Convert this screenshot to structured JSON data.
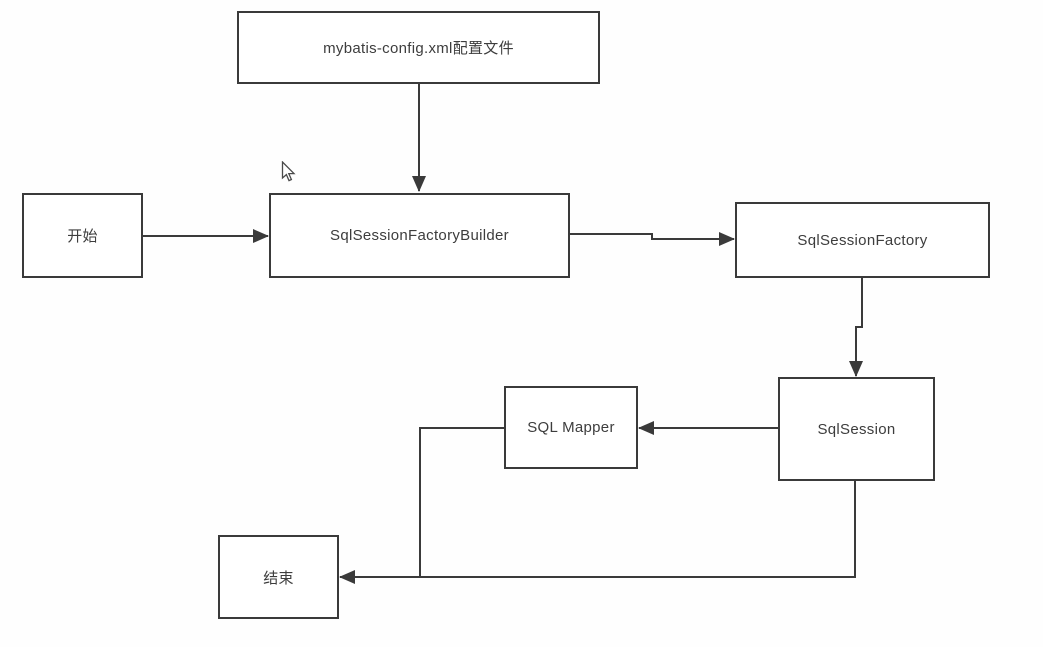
{
  "diagram": {
    "nodes": {
      "config": {
        "label": "mybatis-config.xml配置文件"
      },
      "start": {
        "label": "开始"
      },
      "builder": {
        "label": "SqlSessionFactoryBuilder"
      },
      "factory": {
        "label": "SqlSessionFactory"
      },
      "session": {
        "label": "SqlSession"
      },
      "mapper": {
        "label": "SQL Mapper"
      },
      "end": {
        "label": "结束"
      }
    },
    "edges": [
      {
        "from": "mybatis-config.xml配置文件",
        "to": "SqlSessionFactoryBuilder"
      },
      {
        "from": "开始",
        "to": "SqlSessionFactoryBuilder"
      },
      {
        "from": "SqlSessionFactoryBuilder",
        "to": "SqlSessionFactory"
      },
      {
        "from": "SqlSessionFactory",
        "to": "SqlSession"
      },
      {
        "from": "SqlSession",
        "to": "SQL Mapper"
      },
      {
        "from": "SQL Mapper",
        "to": "结束"
      },
      {
        "from": "SqlSession",
        "to": "结束"
      }
    ],
    "colors": {
      "line": "#3a3a3a",
      "text": "#3d3d3d",
      "node_fill": "#ffffff",
      "background": "#fefefe"
    }
  }
}
